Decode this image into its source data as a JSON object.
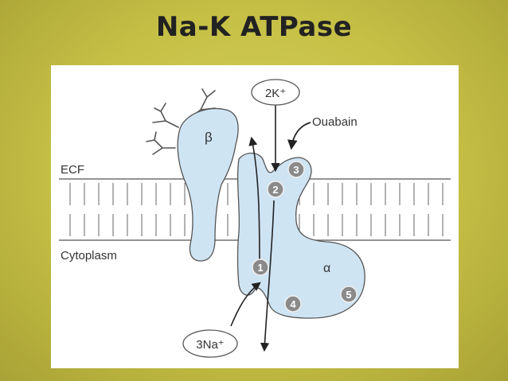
{
  "slide": {
    "title": "Na-K ATPase"
  },
  "diagram": {
    "labels": {
      "ecf": "ECF",
      "cytoplasm": "Cytoplasm",
      "beta": "β",
      "alpha": "α",
      "potassium": "2K⁺",
      "sodium": "3Na⁺",
      "inhibitor": "Ouabain"
    },
    "binding_sites": [
      "1",
      "2",
      "3",
      "4",
      "5"
    ]
  },
  "colors": {
    "background": "#c5bf45",
    "protein_fill": "#cfe4f3",
    "outline": "#555555",
    "site_fill": "#8a8a8a",
    "arrow": "#222222"
  }
}
